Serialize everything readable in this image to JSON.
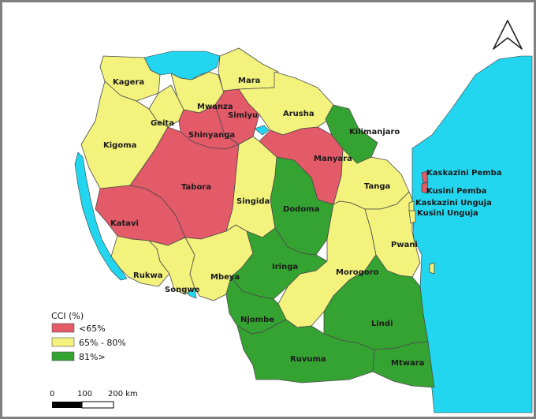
{
  "colors": {
    "low": "#e35a68",
    "mid": "#f2f27c",
    "high": "#35a332",
    "water": "#22d6ef"
  },
  "north_arrow_icon": "north-arrow-icon",
  "legend": {
    "title": "CCI (%)",
    "items": [
      {
        "label": "<65%",
        "color": "#e35a68"
      },
      {
        "label": "65% - 80%",
        "color": "#f2f27c"
      },
      {
        "label": "81%>",
        "color": "#35a332"
      }
    ]
  },
  "scale_bar": {
    "ticks": [
      "0",
      "100",
      "200 km"
    ]
  },
  "regions": [
    {
      "name": "Kagera",
      "class": "mid"
    },
    {
      "name": "Mara",
      "class": "mid"
    },
    {
      "name": "Mwanza",
      "class": "mid"
    },
    {
      "name": "Geita",
      "class": "mid"
    },
    {
      "name": "Simiyu",
      "class": "low"
    },
    {
      "name": "Shinyanga",
      "class": "low"
    },
    {
      "name": "Arusha",
      "class": "mid"
    },
    {
      "name": "Kilimanjaro",
      "class": "high"
    },
    {
      "name": "Kigoma",
      "class": "mid"
    },
    {
      "name": "Tabora",
      "class": "low"
    },
    {
      "name": "Singida",
      "class": "mid"
    },
    {
      "name": "Manyara",
      "class": "low"
    },
    {
      "name": "Tanga",
      "class": "mid"
    },
    {
      "name": "Dodoma",
      "class": "high"
    },
    {
      "name": "Katavi",
      "class": "low"
    },
    {
      "name": "Rukwa",
      "class": "mid"
    },
    {
      "name": "Songwe",
      "class": "mid"
    },
    {
      "name": "Mbeya",
      "class": "mid"
    },
    {
      "name": "Iringa",
      "class": "high"
    },
    {
      "name": "Morogoro",
      "class": "mid"
    },
    {
      "name": "Pwani",
      "class": "mid"
    },
    {
      "name": "Njombe",
      "class": "high"
    },
    {
      "name": "Ruvuma",
      "class": "high"
    },
    {
      "name": "Lindi",
      "class": "high"
    },
    {
      "name": "Mtwara",
      "class": "high"
    },
    {
      "name": "Kaskazini Pemba",
      "class": "low"
    },
    {
      "name": "Kusini Pemba",
      "class": "low"
    },
    {
      "name": "Kaskazini Unguja",
      "class": "mid"
    },
    {
      "name": "Kusini Unguja",
      "class": "mid"
    }
  ]
}
